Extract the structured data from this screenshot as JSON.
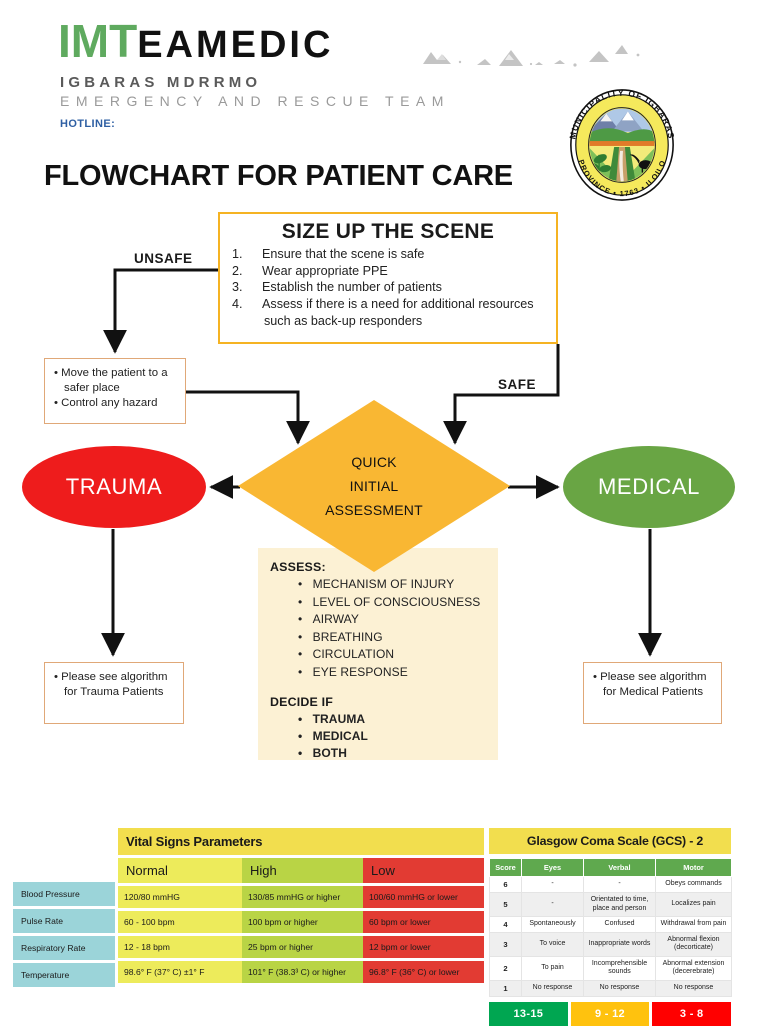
{
  "header": {
    "logo_green": "IMT",
    "logo_black": "EAMEDIC",
    "sub1": "IGBARAS MDRRMO",
    "sub2": "EMERGENCY AND RESCUE TEAM",
    "hotline": "HOTLINE:",
    "title": "FLOWCHART FOR PATIENT CARE",
    "seal": {
      "top_text": "MUNICIPALITY OF IGBARAS",
      "bottom_text": "PROVINCE • 1763 • ILOILO"
    },
    "colors": {
      "green": "#5FAA5F",
      "hotline_blue": "#2E5FA3"
    }
  },
  "flow": {
    "sizeup": {
      "title": "SIZE UP THE SCENE",
      "steps": [
        "Ensure that the scene is safe",
        "Wear appropriate PPE",
        "Establish the number of patients",
        "Assess if there is a need for additional resources such as back-up responders"
      ],
      "numbers": [
        "1.",
        "2.",
        "3.",
        "4."
      ]
    },
    "unsafe_label": "UNSAFE",
    "safe_label": "SAFE",
    "safer_box": [
      "Move the patient to a safer place",
      "Control any hazard"
    ],
    "diamond": {
      "line1": "QUICK",
      "line2": "INITIAL",
      "line3": "ASSESSMENT",
      "color": "#F9B733"
    },
    "trauma_oval": {
      "label": "TRAUMA",
      "color": "#EE1C1C"
    },
    "medical_oval": {
      "label": "MEDICAL",
      "color": "#69A544"
    },
    "trauma_note": [
      "Please see algorithm for Trauma Patients"
    ],
    "medical_note": [
      "Please see algorithm for Medical Patients"
    ],
    "assess": {
      "heading": "ASSESS:",
      "items": [
        "MECHANISM OF INJURY",
        "LEVEL OF CONSCIOUSNESS",
        "AIRWAY",
        "BREATHING",
        "CIRCULATION",
        "EYE RESPONSE"
      ],
      "decide_heading": "DECIDE IF",
      "decide_items": [
        "TRAUMA",
        "MEDICAL",
        "BOTH"
      ]
    }
  },
  "chart_data": {
    "type": "table",
    "title": "Vital Signs Parameters",
    "columns": [
      "Normal",
      "High",
      "Low"
    ],
    "row_labels": [
      "Blood Pressure",
      "Pulse Rate",
      "Respiratory Rate",
      "Temperature"
    ],
    "rows": [
      [
        "120/80 mmHG",
        "130/85 mmHG or higher",
        "100/60 mmHG or lower"
      ],
      [
        "60  - 100 bpm",
        "100 bpm or higher",
        "60 bpm or lower"
      ],
      [
        "12 - 18 bpm",
        "25 bpm or higher",
        "12 bpm or lower"
      ],
      [
        "98.6° F (37° C) ±1° F",
        "101° F (38.3³ C) or higher",
        "96.8° F (36° C) or lower"
      ]
    ],
    "colors": {
      "title": "#F2DE4E",
      "normal": "#EDEB5B",
      "high": "#B9D445",
      "low": "#E23B33",
      "label": "#9BD4D9"
    }
  },
  "gcs": {
    "title": "Glasgow Coma Scale (GCS) - 2",
    "columns": [
      "Score",
      "Eyes",
      "Verbal",
      "Motor"
    ],
    "rows": [
      [
        "6",
        "-",
        "-",
        "Obeys commands"
      ],
      [
        "5",
        "-",
        "Orientated to time, place and person",
        "Localizes pain"
      ],
      [
        "4",
        "Spontaneously",
        "Confused",
        "Withdrawal from pain"
      ],
      [
        "3",
        "To voice",
        "Inappropriate words",
        "Abnormal flexion (decorticate)"
      ],
      [
        "2",
        "To pain",
        "Incomprehensible sounds",
        "Abnormal extension (decerebrate)"
      ],
      [
        "1",
        "No response",
        "No response",
        "No response"
      ]
    ],
    "bands": [
      {
        "label": "13-15",
        "color": "#00A651"
      },
      {
        "label": "9 - 12",
        "color": "#FFC20E"
      },
      {
        "label": "3 - 8",
        "color": "#FF0000"
      }
    ],
    "header_color": "#5FA94E"
  }
}
